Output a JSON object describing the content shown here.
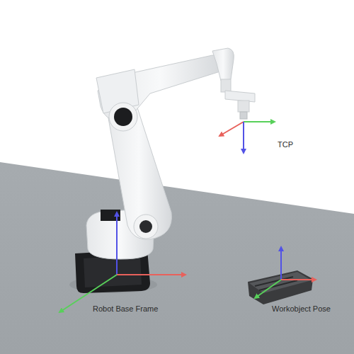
{
  "diagram": {
    "labels": [
      "TCP",
      "Robot Base Frame",
      "Workobject Pose"
    ]
  }
}
